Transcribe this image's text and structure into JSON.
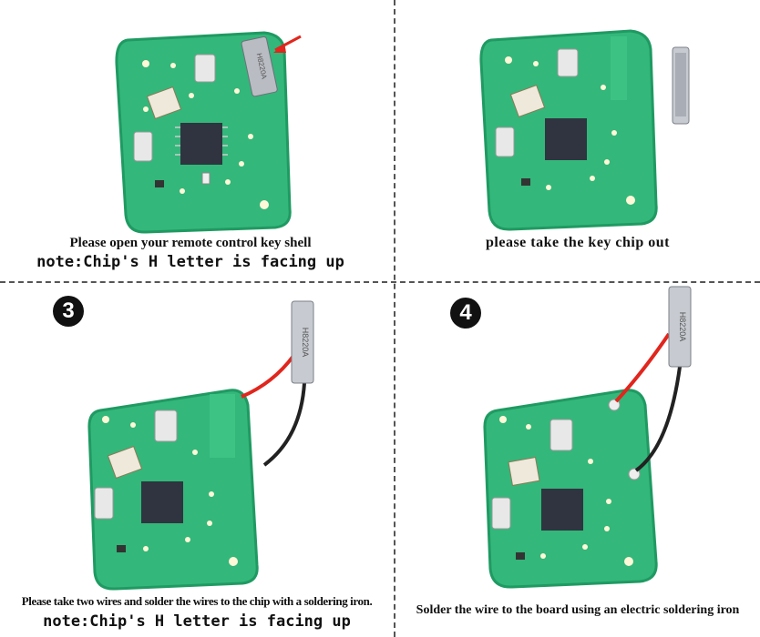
{
  "panels": [
    {
      "caption_line1": "Please open your remote control key shell",
      "caption_line2": "note:Chip's H letter is facing up"
    },
    {
      "caption_line1": "please take the key chip out"
    },
    {
      "step_number": "3",
      "caption_line1": "Please take two wires and solder the wires to the chip with a soldering iron.",
      "caption_line2": "note:Chip's H letter is facing up"
    },
    {
      "step_number": "4",
      "caption_line1": "Solder the wire to the board using an electric soldering iron"
    }
  ],
  "chip_text": "H8220A",
  "colors": {
    "pcb": "#33b77a",
    "pcb_edge": "#1f9a62",
    "chip": "#2f3440",
    "red_wire": "#e0261d",
    "black_wire": "#222222",
    "divider": "#555555"
  }
}
